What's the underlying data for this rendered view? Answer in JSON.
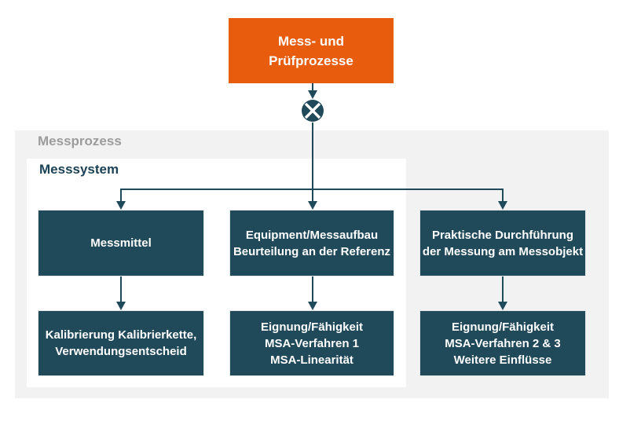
{
  "colors": {
    "accent_orange": "#E85C0E",
    "node_teal": "#20495A",
    "panel_gray": "#F2F2F2",
    "messprozess_label_color": "#9C9C9C",
    "messsystem_label_color": "#1C4355"
  },
  "top_node": {
    "label": "Mess- und\nPrüfprozesse"
  },
  "junction_icon": "x-circle",
  "panels": {
    "messprozess": {
      "label": "Messprozess"
    },
    "messsystem": {
      "label": "Messsystem"
    }
  },
  "columns": [
    {
      "top": {
        "label": "Messmittel"
      },
      "bottom": {
        "label": "Kalibrierung Kalibrierkette,\nVerwendungsentscheid"
      }
    },
    {
      "top": {
        "label": "Equipment/Messaufbau\nBeurteilung an der Referenz"
      },
      "bottom": {
        "label": "Eignung/Fähigkeit\nMSA-Verfahren 1\nMSA-Linearität"
      }
    },
    {
      "top": {
        "label": "Praktische Durchführung\nder Messung am Messobjekt"
      },
      "bottom": {
        "label": "Eignung/Fähigkeit\nMSA-Verfahren 2 & 3\nWeitere Einflüsse"
      }
    }
  ]
}
